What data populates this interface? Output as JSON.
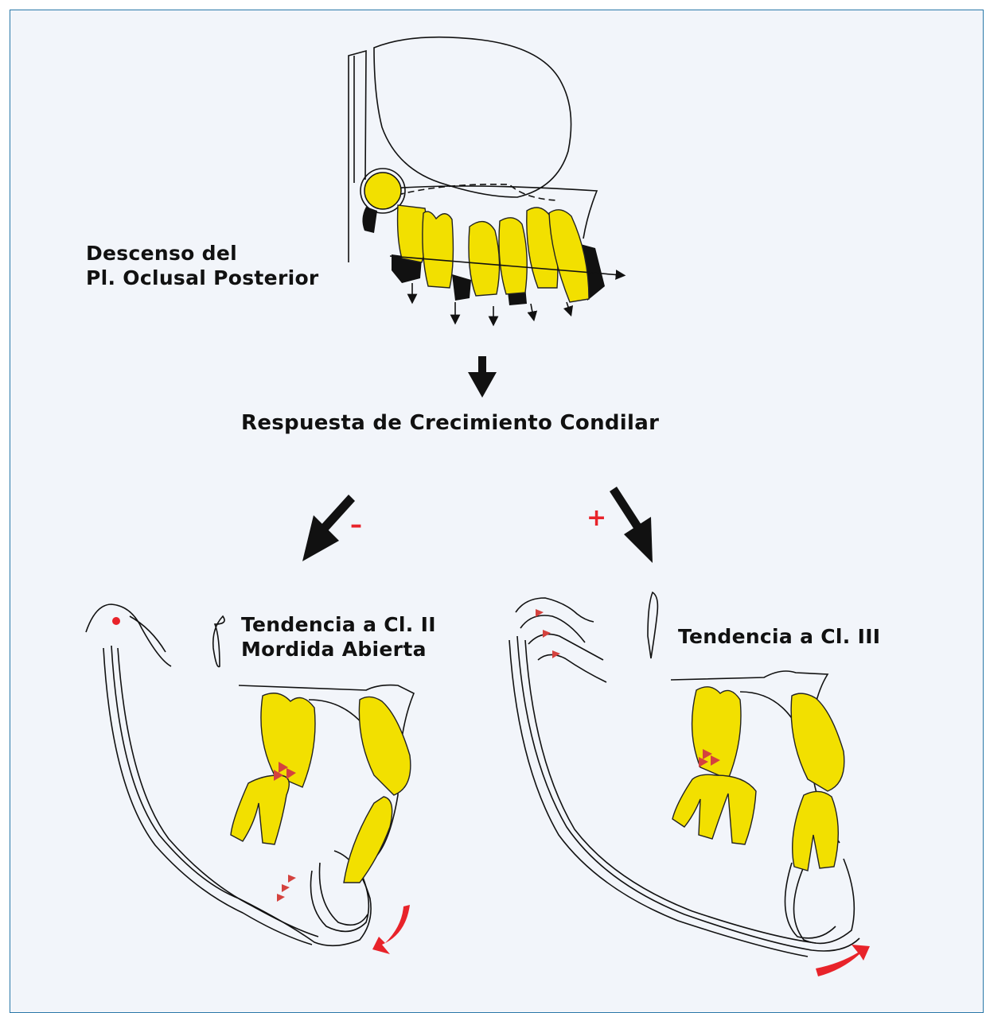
{
  "labels": {
    "descenso_line1": "Descenso del",
    "descenso_line2": "Pl. Oclusal Posterior",
    "respuesta": "Respuesta de Crecimiento Condilar",
    "cl2_line1": "Tendencia a Cl. II",
    "cl2_line2": "Mordida Abierta",
    "cl3": "Tendencia a Cl. III"
  },
  "signs": {
    "negative": "–",
    "positive": "+"
  },
  "colors": {
    "frame_border": "#2a78a8",
    "background": "#f2f5fa",
    "tooth_fill": "#f2e000",
    "accent_red": "#e8232a",
    "line": "#111111"
  }
}
